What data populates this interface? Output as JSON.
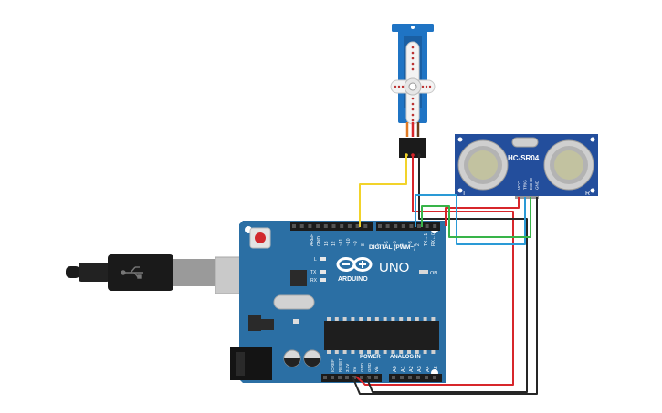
{
  "colors": {
    "board": "#2b6fa4",
    "board_dark": "#1e5785",
    "servo": "#1f74c4",
    "sensor": "#234e9c",
    "wire_red": "#d7262b",
    "wire_black": "#262626",
    "wire_yellow": "#f2d32a",
    "wire_blue": "#2a9ad6",
    "wire_green": "#38b449",
    "wire_orange": "#e07a25",
    "wire_brown": "#6b3f1d"
  },
  "arduino": {
    "brand": "ARDUINO",
    "model": "UNO",
    "digital_label": "DIGITAL (PWM~)",
    "power_label": "POWER",
    "analog_label": "ANALOG IN",
    "on_label": "ON",
    "l_label": "L",
    "tx_label": "TX",
    "rx_label": "RX",
    "aref_label": "AREF",
    "gnd_label": "GND",
    "digital_pins": [
      "13",
      "12",
      "~11",
      "~10",
      "~9",
      "8",
      "7",
      "~6",
      "~5",
      "4",
      "~3",
      "2",
      "TX→1",
      "RX←0"
    ],
    "power_pins": [
      "IOREF",
      "RESET",
      "3.3V",
      "5V",
      "GND",
      "GND",
      "Vin"
    ],
    "analog_pins": [
      "A0",
      "A1",
      "A2",
      "A3",
      "A4",
      "A5"
    ]
  },
  "sensor": {
    "label": "HC-SR04",
    "pins": [
      "VCC",
      "TRIG",
      "ECHO",
      "GND"
    ],
    "left_mark": "T",
    "right_mark": "R"
  },
  "icons": {
    "usb": "usb-icon",
    "infinity": "arduino-infinity-logo-icon"
  }
}
